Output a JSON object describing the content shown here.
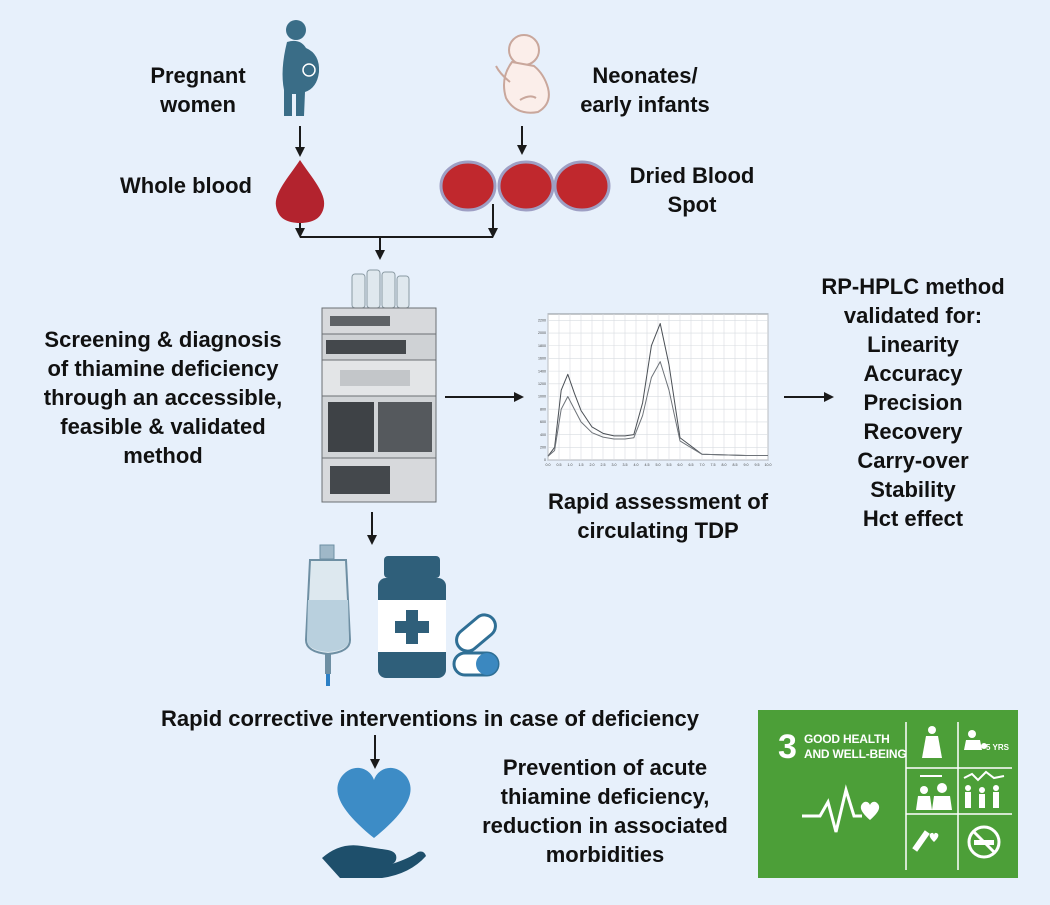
{
  "labels": {
    "pregnant_women": "Pregnant\nwomen",
    "neonates": "Neonates/\nearly infants",
    "whole_blood": "Whole blood",
    "dried_blood_spot": "Dried Blood\nSpot",
    "screening": "Screening & diagnosis\nof thiamine deficiency\nthrough an accessible,\nfeasible & validated\nmethod",
    "rapid_assessment": "Rapid assessment of\ncirculating TDP",
    "rp_hplc_title": "RP-HPLC method\nvalidated for:",
    "validation_items": [
      "Linearity",
      "Accuracy",
      "Precision",
      "Recovery",
      "Carry-over",
      "Stability",
      "Hct effect"
    ],
    "corrective": "Rapid corrective interventions in case of deficiency",
    "prevention": "Prevention of acute\nthiamine deficiency,\nreduction in associated\nmorbidities"
  },
  "sdg": {
    "number": "3",
    "line1": "GOOD HEALTH",
    "line2": "AND WELL-BEING",
    "age_label": "5 YRS"
  },
  "colors": {
    "background": "#e7f0fb",
    "figure_blue": "#3a6d87",
    "blood_red": "#b3232e",
    "dbs_red": "#c0282d",
    "heart_blue": "#3d8cc6",
    "sdg_green": "#4c9f38"
  },
  "icons": [
    "pregnant-woman-icon",
    "fetus-icon",
    "blood-drop-icon",
    "dried-blood-spot-icon",
    "hplc-instrument-icon",
    "chromatogram-icon",
    "iv-bag-icon",
    "medicine-bottle-icon",
    "capsule-icon",
    "heart-hand-icon",
    "sdg3-logo"
  ],
  "chart_data": {
    "type": "line",
    "title": "",
    "xlabel": "",
    "ylabel": "",
    "y_ticks": [
      "2200",
      "2000",
      "1800",
      "1600",
      "1400",
      "1200",
      "1000",
      "800",
      "600",
      "400",
      "200",
      "0"
    ],
    "x_ticks": [
      "0.0",
      "0.5",
      "1.0",
      "1.5",
      "2.0",
      "2.5",
      "3.0",
      "3.5",
      "4.0",
      "4.5",
      "5.0",
      "5.5",
      "6.0",
      "6.5",
      "7.0",
      "7.5",
      "8.0",
      "8.5",
      "9.0",
      "9.5",
      "10.0"
    ],
    "ylim": [
      0,
      2300
    ],
    "xlim": [
      0,
      10
    ],
    "grid": true,
    "series": [
      {
        "x": [
          0,
          0.3,
          0.6,
          0.9,
          1.2,
          1.5,
          2.0,
          2.5,
          3.0,
          3.5,
          3.9,
          4.3,
          4.7,
          5.1,
          5.5,
          6.0,
          7.0,
          8.0,
          9.0,
          10.0
        ],
        "y": [
          60,
          200,
          1100,
          1350,
          1050,
          780,
          520,
          420,
          380,
          380,
          400,
          900,
          1800,
          2150,
          1500,
          350,
          90,
          80,
          70,
          70
        ]
      },
      {
        "x": [
          0,
          0.3,
          0.6,
          0.9,
          1.2,
          1.5,
          2.0,
          2.5,
          3.0,
          3.5,
          3.9,
          4.3,
          4.7,
          5.1,
          5.5,
          6.0,
          7.0,
          8.0,
          9.0,
          10.0
        ],
        "y": [
          60,
          150,
          800,
          1000,
          800,
          600,
          430,
          360,
          330,
          330,
          350,
          700,
          1300,
          1550,
          1100,
          300,
          90,
          80,
          70,
          70
        ]
      }
    ]
  }
}
